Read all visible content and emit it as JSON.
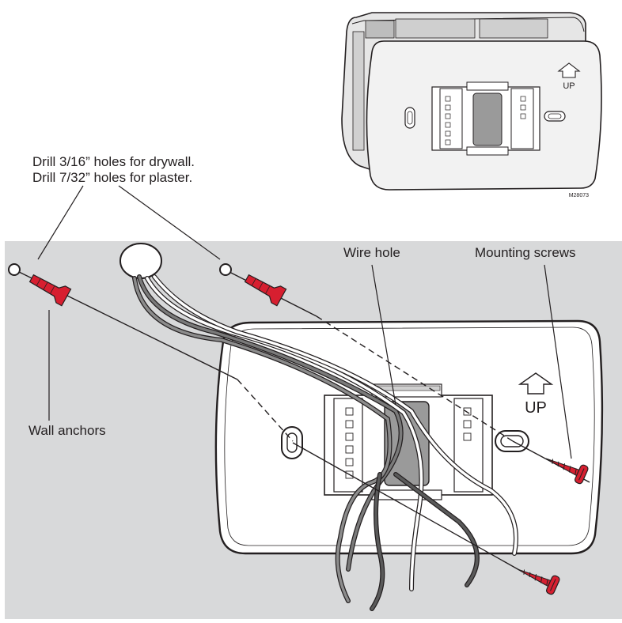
{
  "labels": {
    "drill_drywall": "Drill 3/16” holes for drywall.",
    "drill_plaster": "Drill 7/32” holes for plaster.",
    "wire_hole": "Wire hole",
    "mounting_screws": "Mounting screws",
    "wall_anchors": "Wall anchors",
    "up_small": "UP",
    "up_large": "UP",
    "figure_code": "M28073"
  },
  "colors": {
    "wall": "#d8d9da",
    "plate": "#ffffff",
    "outline": "#231f20",
    "anchor_red": "#d71f30",
    "thermostat_body": "#e8e8e8"
  },
  "icons": [
    "up-arrow-icon",
    "wall-anchor-icon",
    "mounting-screw-icon"
  ]
}
